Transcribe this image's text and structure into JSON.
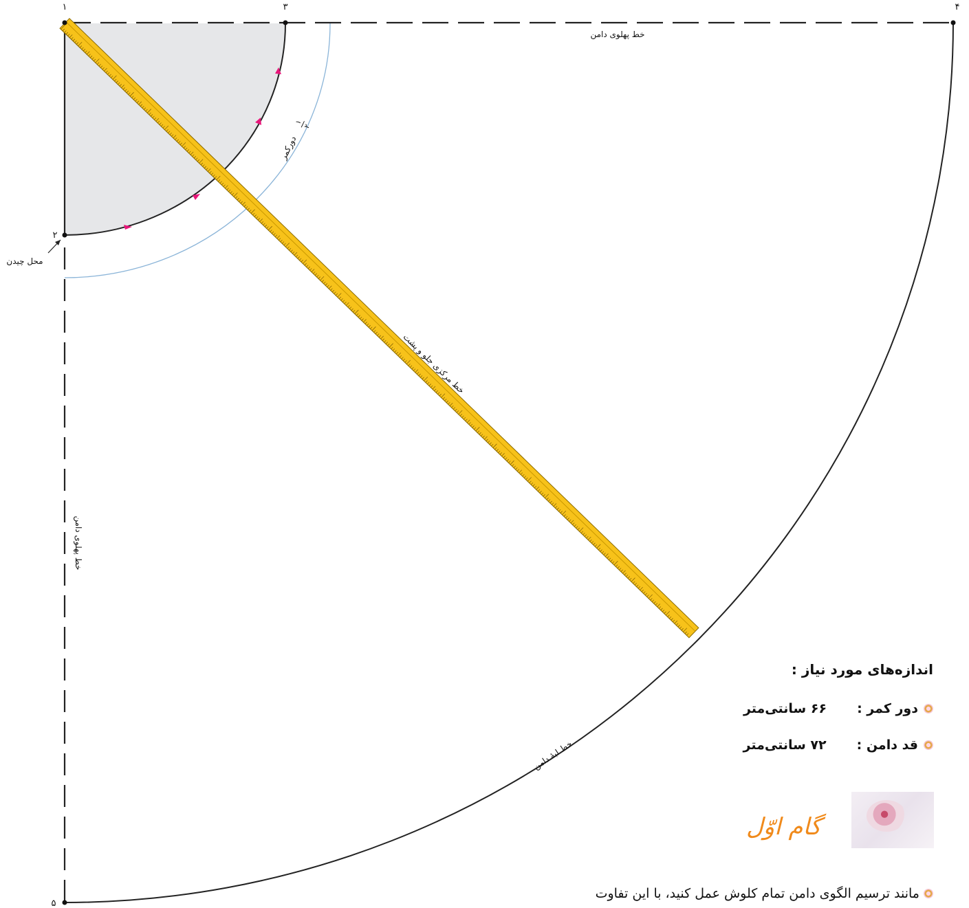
{
  "diagram": {
    "points": {
      "p1": "۱",
      "p2": "۲",
      "p3": "۳",
      "p4": "۴",
      "p5": "۵"
    },
    "labels": {
      "top_side_line": "خط پهلوی دامن",
      "left_side_line": "خط پهلوی دامن",
      "fold_place": "محل چیدن",
      "half_waist": "دورکمر",
      "half_waist_fraction_num": "۱",
      "half_waist_fraction_den": "۲",
      "center_line": "خط مرکزی جلو و پشت",
      "hem_line": "خط لبهٔ دامن"
    },
    "colors": {
      "waist_fill": "#e6e7e9",
      "ruler": "#f7c21a",
      "ruler_edge": "#8a6a00",
      "seam_allowance": "#8ab4d8",
      "notch": "#e8177a"
    }
  },
  "measurements": {
    "title": "اندازه‌های مورد نیاز :",
    "items": [
      {
        "label": "دور کمر :",
        "value": "۶۶ سانتی‌متر"
      },
      {
        "label": "قد دامن :",
        "value": "۷۲ سانتی‌متر"
      }
    ]
  },
  "step": {
    "title": "گام اوّل"
  },
  "instruction": "مانند ترسیم الگوی دامن تمام کلوش عمل کنید، با این تفاوت"
}
